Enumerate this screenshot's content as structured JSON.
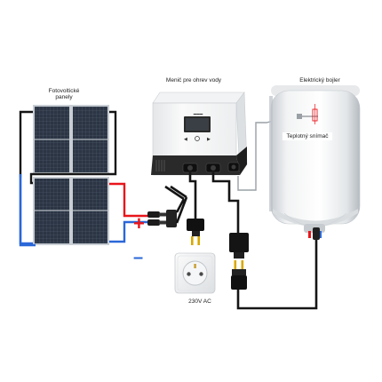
{
  "labels": {
    "pv_panels": "Fotovoltické panely",
    "inverter": "Menič pre ohrev vody",
    "boiler": "Elektrický bojler",
    "sensor": "Teplotný snímač",
    "outlet": "230V AC",
    "plus": "+",
    "minus": "–"
  },
  "colors": {
    "positive_wire": "#e8151b",
    "negative_wire": "#2a67d8",
    "cable": "#151515",
    "panel_cell": "#2b3544",
    "panel_frame": "#c9ced4"
  }
}
